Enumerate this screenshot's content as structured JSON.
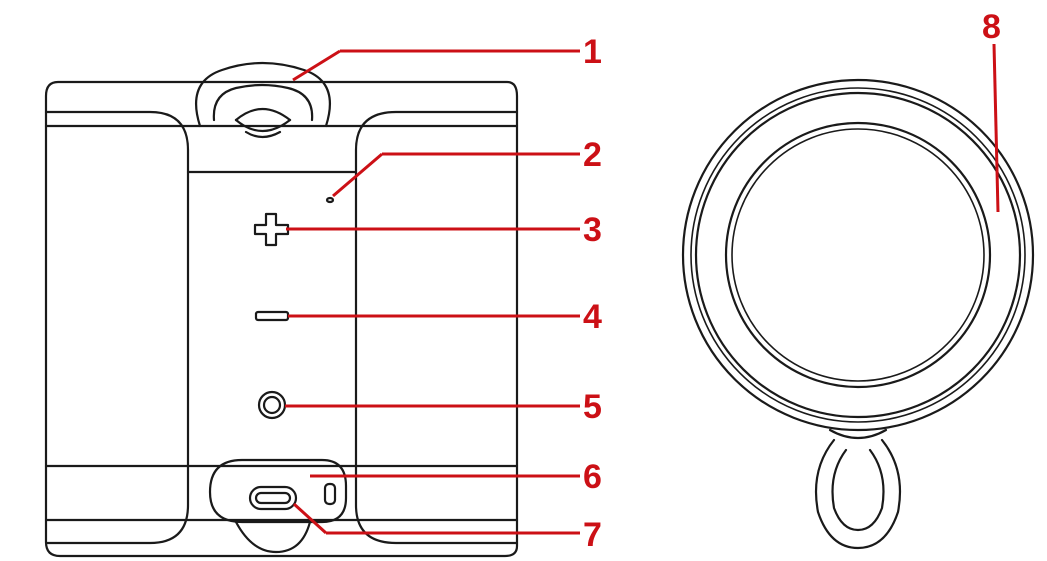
{
  "callout_color": "#cc1016",
  "line_color": "#1a1a1a",
  "callouts": {
    "c1": "1",
    "c2": "2",
    "c3": "3",
    "c4": "4",
    "c5": "5",
    "c6": "6",
    "c7": "7",
    "c8": "8"
  },
  "icons": {
    "volume_up": "plus-icon",
    "volume_down": "minus-icon",
    "power": "power-button-icon",
    "usb_port": "usb-c-port-icon"
  }
}
